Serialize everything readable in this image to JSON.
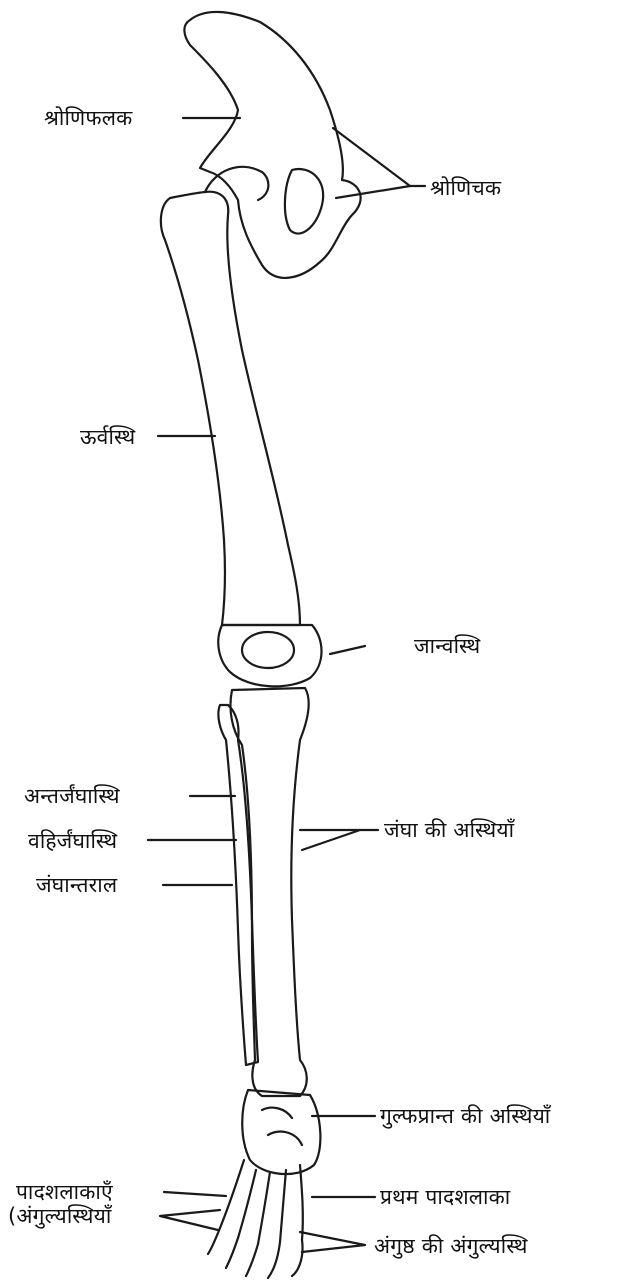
{
  "labels": {
    "shronifalak": "श्रोणिफलक",
    "shronichak": "श्रोणिचक",
    "urvasthi": "ऊर्वस्थि",
    "janvasthi": "जान्वस्थि",
    "antarjanghasthi": "अन्तर्जंघास्थि",
    "bahirjanghasthi": "वहिर्जंघास्थि",
    "janghantaral": "जंघान्तराल",
    "jangha_asthiyan": "जंघा की अस्थियाँ",
    "gulphaprant": "गुल्फप्रान्त की अस्थियाँ",
    "padshalakayen": "पादशलाकाएँ",
    "pratham_padshalaka": "प्रथम पादशलाका",
    "angulyasthiyan": "(अंगुल्यस्थियाँ",
    "angushth_angulyasthi": "अंगुष्ठ की अंगुल्यस्थि"
  },
  "colors": {
    "ink": "#111111",
    "paper": "#ffffff"
  }
}
